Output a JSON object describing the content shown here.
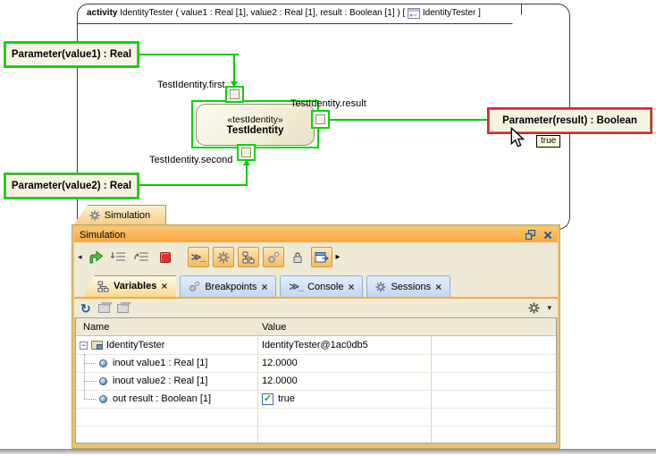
{
  "diagram": {
    "header": {
      "keyword": "activity",
      "signature": " IdentityTester ( value1 : Real [1], value2 : Real [1], result : Boolean [1] ) [ ",
      "diagram_ref": " IdentityTester ]"
    },
    "params": {
      "value1": "Parameter(value1) : Real",
      "value2": "Parameter(value2) : Real",
      "result": "Parameter(result) : Boolean"
    },
    "action": {
      "stereotype": "«testIdentity»",
      "name": "TestIdentity"
    },
    "pin_labels": {
      "first": "TestIdentity.first",
      "result": "TestIdentity.result",
      "second": "TestIdentity.second"
    },
    "value_tooltip": "true",
    "colors": {
      "active_highlight_green": "#00d800",
      "selected_highlight_red": "#f21b1b",
      "connector_green": "#00cc00",
      "node_fill": "#f7f3e2",
      "node_border": "#8f8f6b"
    }
  },
  "simulation_panel": {
    "dock_tab": {
      "label": "Simulation",
      "icon": "gear-icon"
    },
    "title": "Simulation",
    "titlebar_icons": [
      "float-window-icon",
      "close-icon"
    ],
    "toolbar_icons": [
      "toolbar-grip-icon",
      "resume-icon",
      "step-into-icon",
      "step-over-icon",
      "terminate-icon",
      "console-toggle-icon",
      "simulation-config-icon",
      "variables-toggle-icon",
      "breakpoints-toggle-icon",
      "lock-icon",
      "auto-open-diagram-icon",
      "toolbar-overflow-icon"
    ],
    "view_tabs": [
      {
        "label": "Variables",
        "icon": "variables-icon",
        "active": true
      },
      {
        "label": "Breakpoints",
        "icon": "breakpoints-icon",
        "active": false
      },
      {
        "label": "Console",
        "icon": "console-icon",
        "active": false
      },
      {
        "label": "Sessions",
        "icon": "sessions-icon",
        "active": false
      }
    ],
    "table_toolbar_icons": [
      "refresh-icon",
      "collapse-all-icon",
      "expand-all-icon",
      "settings-gear-icon",
      "dropdown-arrow-icon"
    ],
    "variables_table": {
      "columns": [
        "Name",
        "Value"
      ],
      "rows": [
        {
          "name": "IdentityTester",
          "value": "IdentityTester@1ac0db5",
          "icon": "instance-icon",
          "expander": "−"
        },
        {
          "name": "inout value1 : Real [1]",
          "value": "12.0000",
          "icon": "pin-icon"
        },
        {
          "name": "inout value2 : Real [1]",
          "value": "12.0000",
          "icon": "pin-icon"
        },
        {
          "name": "out result : Boolean [1]",
          "value": "true",
          "icon": "pin-icon",
          "checkbox": true
        }
      ]
    }
  },
  "icons": {
    "console_glyph": "≫_",
    "grip_left": "◂",
    "overflow_right": "▸",
    "refresh_glyph": "↻",
    "dropdown_glyph": "▾",
    "close_glyph": "×",
    "check_glyph": "✓"
  }
}
